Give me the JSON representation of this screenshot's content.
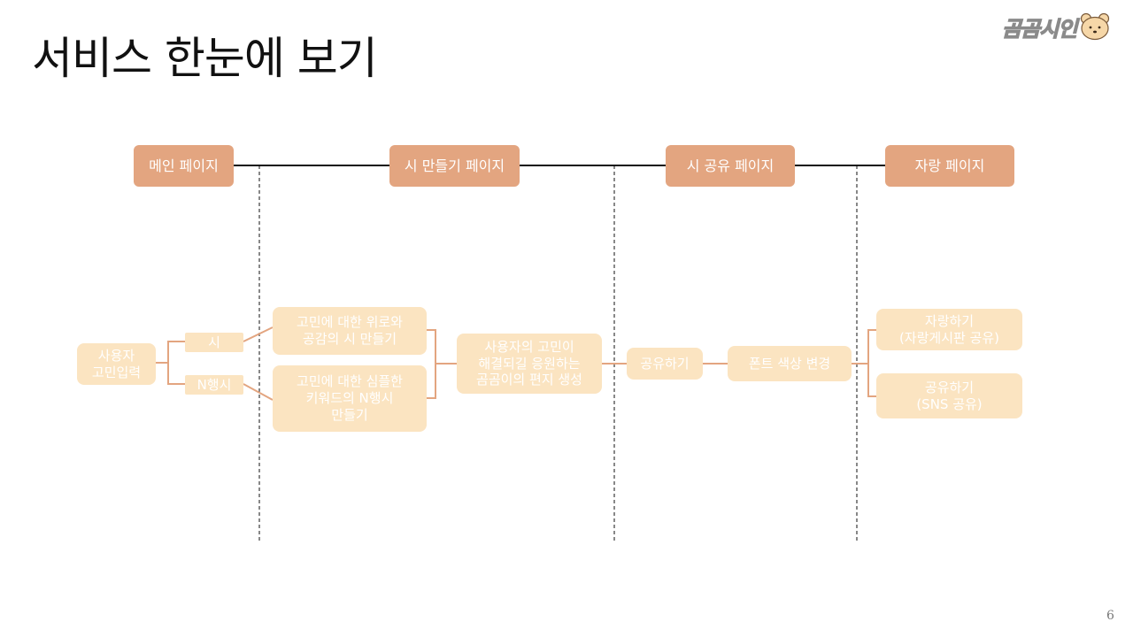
{
  "title": "서비스 한눈에 보기",
  "logo": {
    "text": "곰곰시인",
    "icon": "bear-face-icon"
  },
  "page_number": "6",
  "colors": {
    "page_box": "#e3a580",
    "node_box": "#fbe4c1",
    "connector": "#e3a580",
    "line": "#111111"
  },
  "pages": {
    "main": "메인 페이지",
    "create": "시 만들기 페이지",
    "share": "시 공유 페이지",
    "brag": "자랑 페이지"
  },
  "nodes": {
    "user_input": "사용자\n고민입력",
    "poem": "시",
    "n_poem": "N행시",
    "comfort_poem": "고민에 대한 위로와\n공감의 시 만들기",
    "keyword_poem": "고민에 대한 심플한\n키워드의 N행시\n만들기",
    "letter": "사용자의 고민이\n해결되길 응원하는\n곰곰이의 편지 생성",
    "share": "공유하기",
    "font_color": "폰트 색상 변경",
    "brag_share": "자랑하기\n(자랑게시판 공유)",
    "sns_share": "공유하기\n(SNS 공유)"
  }
}
